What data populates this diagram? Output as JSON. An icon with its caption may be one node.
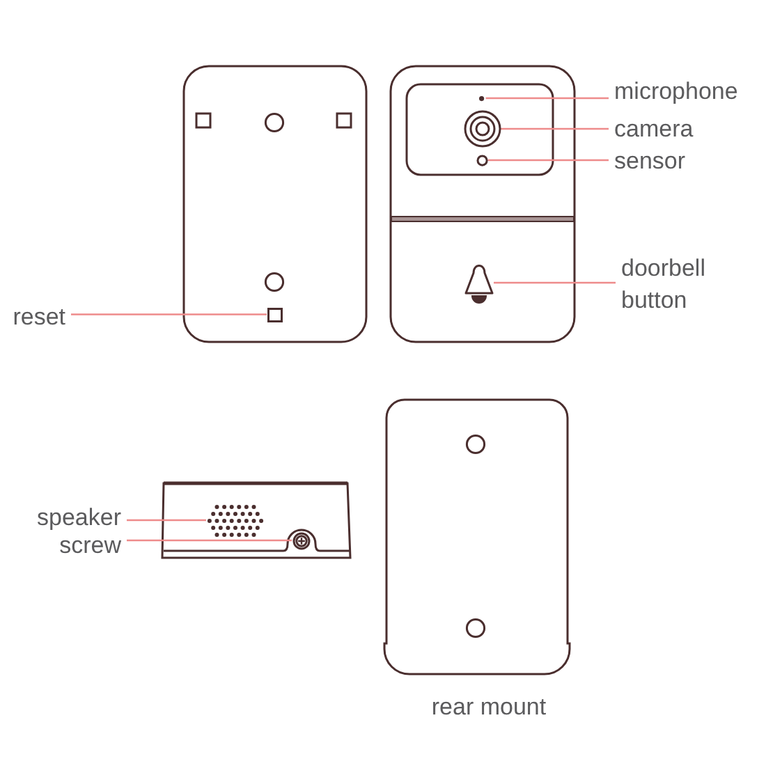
{
  "diagram": {
    "nodes": [
      {
        "text": [
          "microphone"
        ]
      },
      {
        "text": [],
        "shape": "circle"
      },
      {
        "text": [
          "camera"
        ]
      },
      {
        "text": [],
        "shape": "circle"
      },
      {
        "text": [
          "sensor"
        ]
      },
      {
        "text": [],
        "shape": "circle"
      },
      {
        "text": [
          "doorbell button"
        ]
      },
      {
        "text": [],
        "shape": "picture"
      },
      {
        "text": [
          "reset"
        ]
      },
      {
        "text": [],
        "shape": "box"
      },
      {
        "text": [
          "speaker"
        ]
      },
      {
        "text": [],
        "shape": "picture"
      },
      {
        "text": [
          "screw"
        ]
      },
      {
        "text": [],
        "shape": "circle"
      }
    ],
    "edges": [
      {
        "from": 0,
        "to": 1,
        "arrow": "none"
      },
      {
        "from": 2,
        "to": 3,
        "arrow": "none"
      },
      {
        "from": 4,
        "to": 5,
        "arrow": "none"
      },
      {
        "from": 6,
        "to": 7,
        "arrow": "none"
      },
      {
        "from": 8,
        "to": 9,
        "arrow": "none"
      },
      {
        "from": 10,
        "to": 11,
        "arrow": "none"
      },
      {
        "from": 12,
        "to": 13,
        "arrow": "none"
      }
    ],
    "labels": [
      "rear mount"
    ]
  }
}
